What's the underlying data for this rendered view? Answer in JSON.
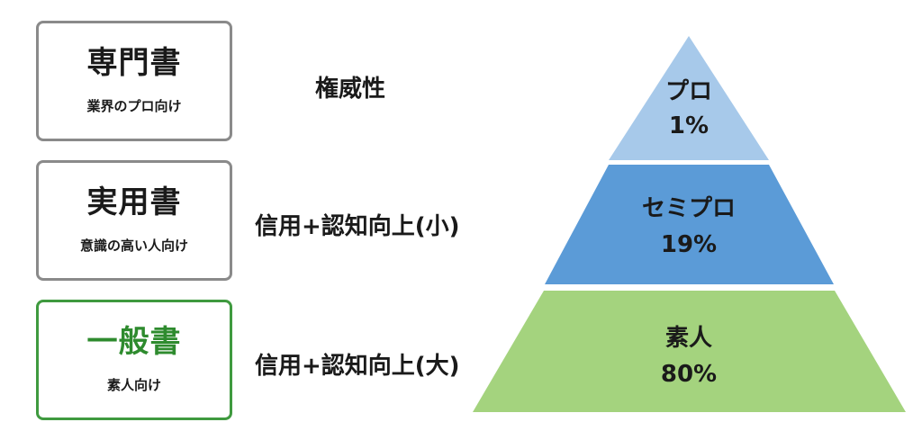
{
  "cards": [
    {
      "title": "専門書",
      "subtitle": "業界のプロ向け"
    },
    {
      "title": "実用書",
      "subtitle": "意識の高い人向け"
    },
    {
      "title": "一般書",
      "subtitle": "素人向け"
    }
  ],
  "middle_labels": [
    "権威性",
    "信用+認知向上(小)",
    "信用+認知向上(大)"
  ],
  "pyramid": {
    "tiers": [
      {
        "label": "プロ",
        "value": "1%",
        "color": "#a7c9ea"
      },
      {
        "label": "セミプロ",
        "value": "19%",
        "color": "#5b9bd7"
      },
      {
        "label": "素人",
        "value": "80%",
        "color": "#a4d37e"
      }
    ]
  }
}
